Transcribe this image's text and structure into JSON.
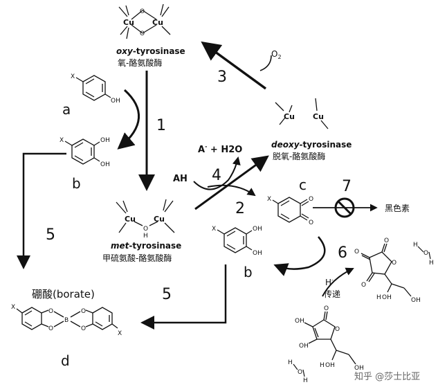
{
  "enzymes": {
    "oxy": {
      "name_prefix": "oxy",
      "name_suffix": "-tyrosinase",
      "chinese": "氧-酪氨酸酶"
    },
    "deoxy": {
      "name_prefix": "deoxy",
      "name_suffix": "-tyrosinase",
      "chinese": "脱氧-酪氨酸酶"
    },
    "met": {
      "name_prefix": "met",
      "name_suffix": "-tyrosinase",
      "chinese": "甲硫氨酸-酪氨酸酶"
    }
  },
  "atoms": {
    "cu": "Cu",
    "o": "O",
    "oh": "OH",
    "h": "H",
    "x": "X",
    "b": "B"
  },
  "reagents": {
    "o2": "O",
    "o2_sub": "2",
    "a_minus_h2o": "A",
    "a_minus_sup": "-",
    "a_rest": " + H2O",
    "ah": "AH",
    "h_minus": "H",
    "h_minus_sup": "-",
    "transfer": "传递"
  },
  "compound_labels": {
    "a": "a",
    "b": "b",
    "b2": "b",
    "c": "c",
    "d": "d"
  },
  "step_numbers": {
    "s1": "1",
    "s2": "2",
    "s3": "3",
    "s4": "4",
    "s5a": "5",
    "s5b": "5",
    "s6": "6",
    "s7": "7"
  },
  "products": {
    "melanin": "黑色素",
    "borate": "硼酸(borate)"
  },
  "watermark": "知乎 @莎士比亚"
}
